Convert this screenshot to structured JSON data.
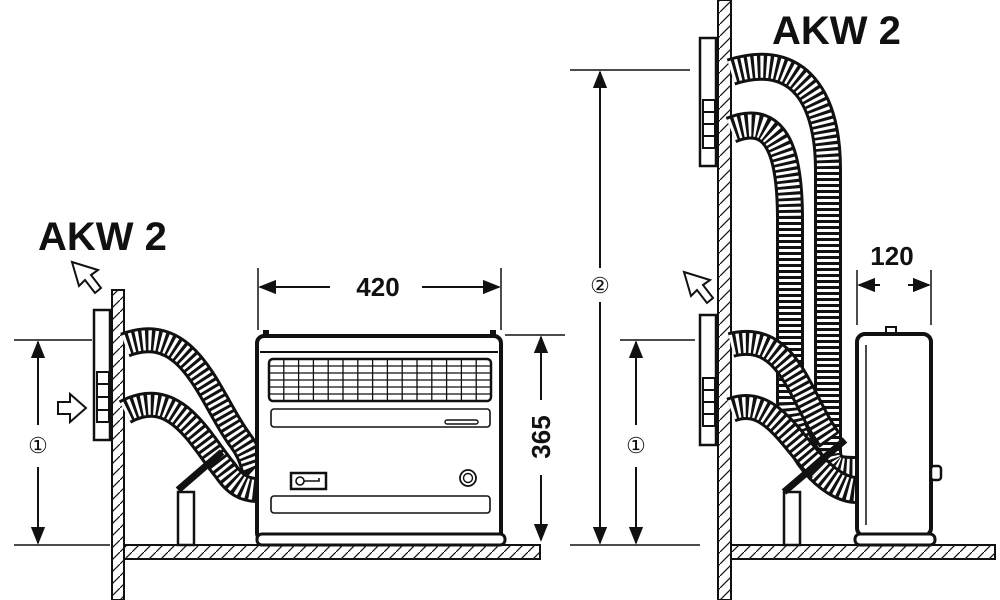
{
  "left_view": {
    "title": "AKW 2",
    "width_dimension": "420",
    "height_dimension": "365",
    "mark_1": "①"
  },
  "right_view": {
    "title": "AKW 2",
    "depth_dimension": "120",
    "mark_1": "①",
    "mark_2": "②"
  },
  "colors": {
    "ink": "#111111",
    "paper": "#ffffff"
  }
}
